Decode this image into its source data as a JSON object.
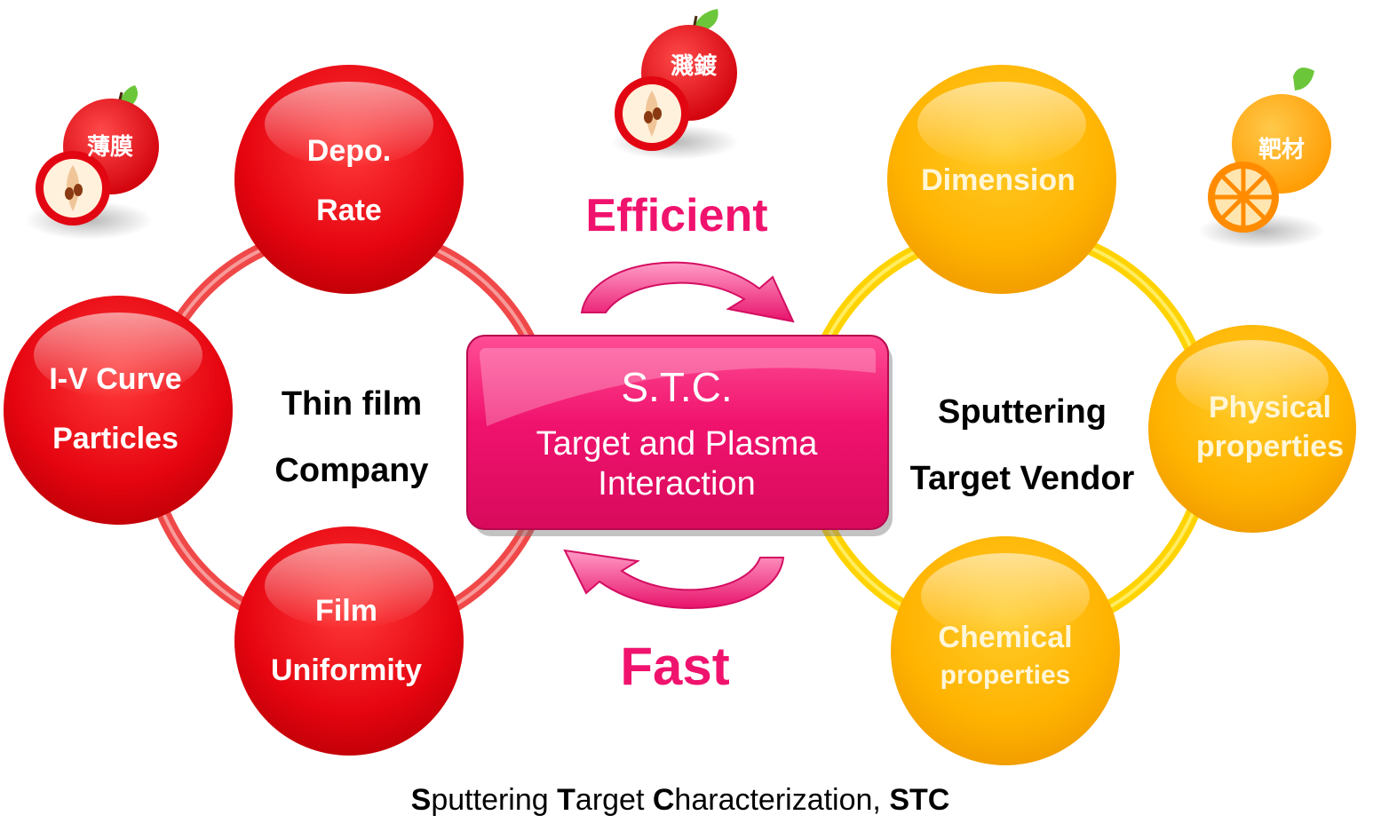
{
  "left_group": {
    "center_lines": [
      "Thin film",
      "Company"
    ],
    "apple_label": "薄膜",
    "nodes": {
      "depo_rate": [
        "Depo.",
        "Rate"
      ],
      "iv_curve": [
        "I-V Curve",
        "Particles"
      ],
      "film_uniformity": [
        "Film",
        "Uniformity"
      ]
    }
  },
  "right_group": {
    "center_lines": [
      "Sputtering",
      "Target Vendor"
    ],
    "orange_label": "靶材",
    "nodes": {
      "dimension": [
        "Dimension"
      ],
      "physical": [
        "Physical",
        "properties"
      ],
      "chemical": [
        "Chemical",
        "properties"
      ]
    }
  },
  "top_apple_label": "濺鍍",
  "center_box": {
    "title": "S.T.C.",
    "subtitle_lines": [
      "Target and Plasma",
      "Interaction"
    ]
  },
  "flow_labels": {
    "top": "Efficient",
    "bottom": "Fast"
  },
  "caption": {
    "parts": [
      {
        "text": "S",
        "bold": true
      },
      {
        "text": "puttering ",
        "bold": false
      },
      {
        "text": "T",
        "bold": true
      },
      {
        "text": "arget ",
        "bold": false
      },
      {
        "text": "C",
        "bold": true
      },
      {
        "text": "haracterization, ",
        "bold": false
      },
      {
        "text": "STC",
        "bold": true
      }
    ]
  },
  "colors": {
    "red_node": "#e8040c",
    "red_ring": "#f03a3a",
    "orange_node": "#ffb400",
    "orange_ring": "#ffd800",
    "pink": "#f0136e",
    "center_box": "#f0136e"
  }
}
